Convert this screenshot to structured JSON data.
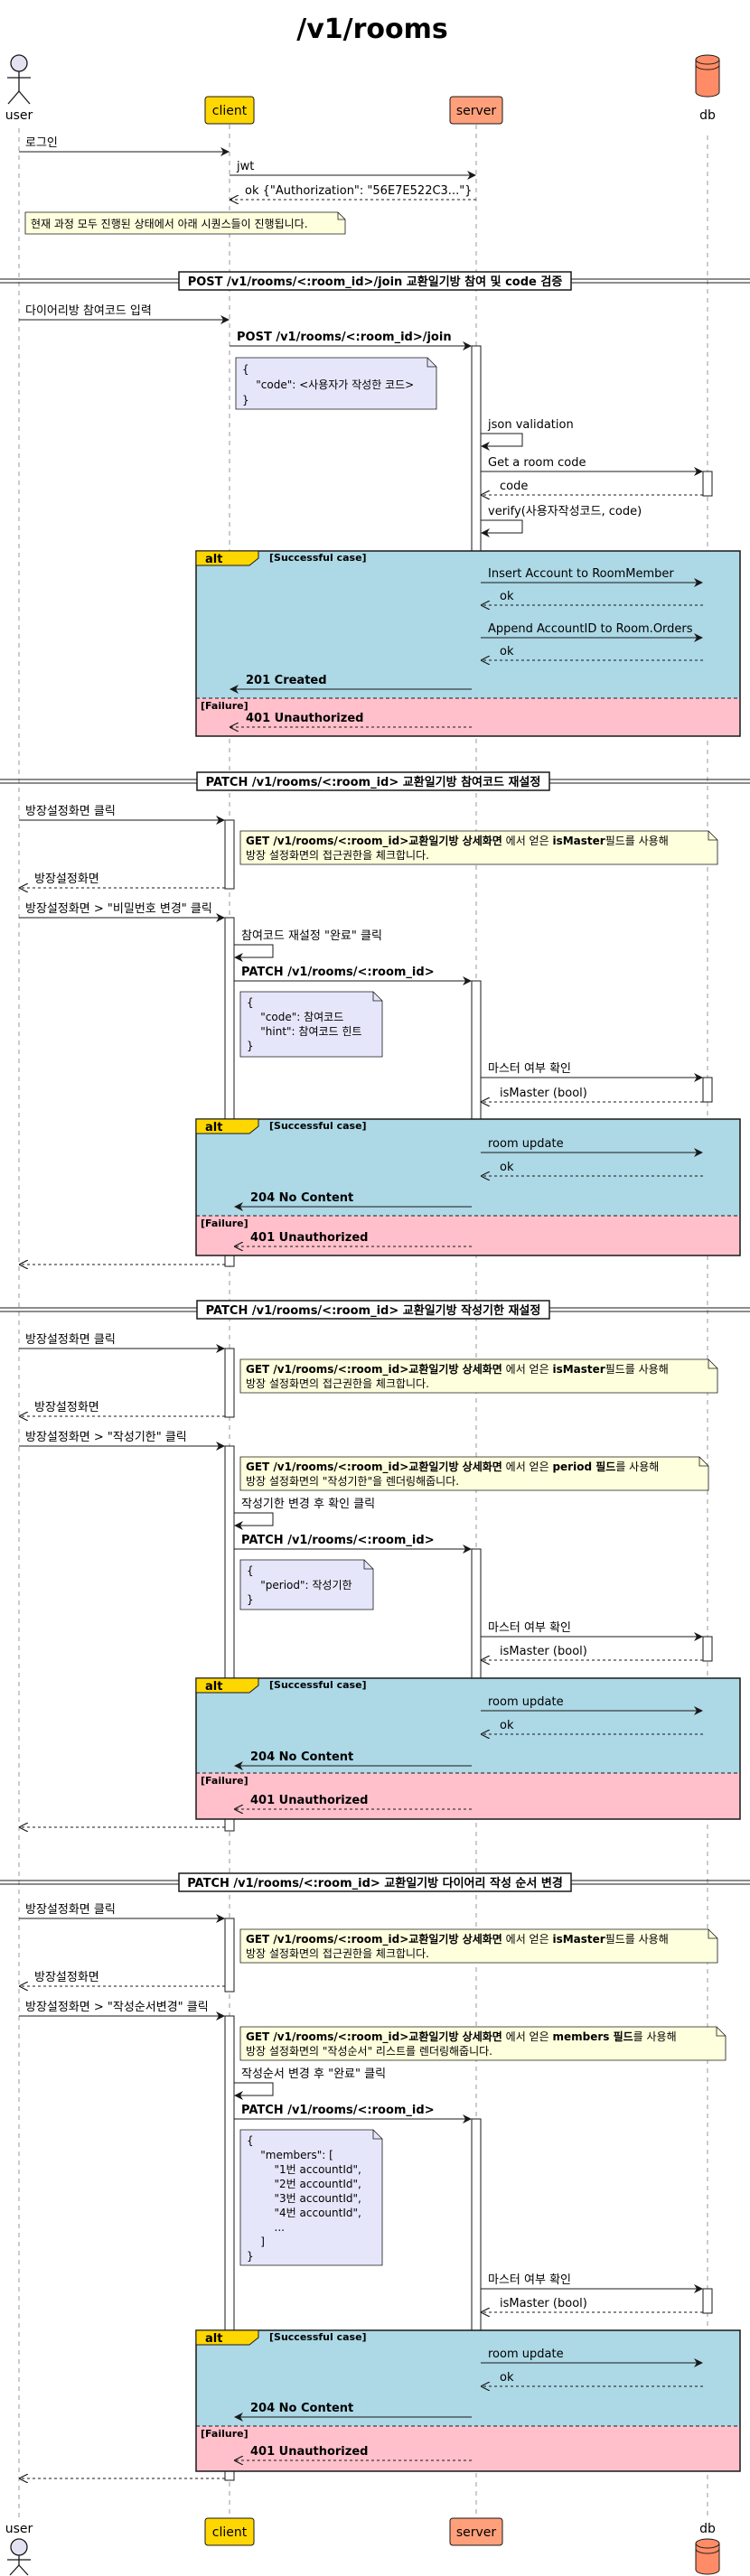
{
  "title": "/v1/rooms",
  "colors": {
    "actor": "#E2E2F0",
    "client": "#FFD700",
    "server": "#FFA07A",
    "db": "#FF8C66",
    "note_yellow": "#FEFFDD",
    "note_lavender": "#E6E6FA",
    "alt_success": "#ADD8E6",
    "alt_failure": "#FFC0CB",
    "alt_tag": "#FFD700",
    "activation": "#FFFFFF"
  },
  "participants": [
    {
      "id": "user",
      "label": "user",
      "type": "actor"
    },
    {
      "id": "client",
      "label": "client",
      "type": "box"
    },
    {
      "id": "server",
      "label": "server",
      "type": "box"
    },
    {
      "id": "db",
      "label": "db",
      "type": "database"
    }
  ],
  "alt": {
    "keyword": "alt",
    "success_guard": "[Successful case]",
    "failure_guard": "[Failure]"
  },
  "intro": {
    "msg_login": "로그인",
    "msg_jwt": "jwt",
    "msg_ok_auth": "ok {\"Authorization\": \"56E7E522C3...\"}",
    "note_progress": "현재 과정 모두 진행된 상태에서 아래 시퀀스들이 진행됩니다."
  },
  "sec1": {
    "header": "POST /v1/rooms/<:room_id>/join  교환일기방 참여 및 code 검증",
    "m1": "다이어리방 참여코드 입력",
    "m2": "POST /v1/rooms/<:room_id>/join",
    "note_l1": "{",
    "note_l2": "    \"code\": <사용자가 작성한 코드>",
    "note_l3": "}",
    "m3": "json validation",
    "m4": "Get a room code",
    "m5": "code",
    "m6": "verify(사용자작성코드, code)",
    "m7": "Insert Account to RoomMember",
    "m8": "ok",
    "m9": "Append AccountID to Room.Orders",
    "m10": "ok",
    "m11": "201 Created",
    "m12": "401 Unauthorized"
  },
  "sec2": {
    "header": "PATCH /v1/rooms/<:room_id>  교환일기방 참여코드 재설정",
    "m1": "방장설정화면 클릭",
    "note1_b1": "GET /v1/rooms/<:room_id>교환일기방 상세화면",
    "note1_t1": " 에서 얻은 ",
    "note1_b2": "isMaster",
    "note1_t2": "필드를 사용해",
    "note1_l2": "방장 설정화면의 접근권한을 체크합니다.",
    "m2": "방장설정화면",
    "m3": "방장설정화면 > \"비밀번호 변경\" 클릭",
    "m4": "참여코드 재설정 \"완료\" 클릭",
    "m5": "PATCH /v1/rooms/<:room_id>",
    "note2_l1": "{",
    "note2_l2": "    \"code\": 참여코드",
    "note2_l3": "    \"hint\": 참여코드 힌트",
    "note2_l4": "}",
    "m6": "마스터 여부 확인",
    "m7": "isMaster (bool)",
    "m8": "room update",
    "m9": "ok",
    "m10": "204 No Content",
    "m11": "401 Unauthorized"
  },
  "sec3": {
    "header": "PATCH /v1/rooms/<:room_id>  교환일기방 작성기한 재설정",
    "m1": "방장설정화면 클릭",
    "note1_b1": "GET /v1/rooms/<:room_id>교환일기방 상세화면",
    "note1_t1": " 에서 얻은 ",
    "note1_b2": "isMaster",
    "note1_t2": "필드를 사용해",
    "note1_l2": "방장 설정화면의 접근권한을 체크합니다.",
    "m2": "방장설정화면",
    "m3": "방장설정화면 > \"작성기한\" 클릭",
    "note2_b1": "GET /v1/rooms/<:room_id>교환일기방 상세화면",
    "note2_t1": " 에서 얻은 ",
    "note2_b2": "period 필드",
    "note2_t2": "를 사용해",
    "note2_l2": "방장 설정화면의 \"작성기한\"을 렌더링해줍니다.",
    "m4": "작성기한 변경 후 확인 클릭",
    "m5": "PATCH /v1/rooms/<:room_id>",
    "note3_l1": "{",
    "note3_l2": "    \"period\": 작성기한",
    "note3_l3": "}",
    "m6": "마스터 여부 확인",
    "m7": "isMaster (bool)",
    "m8": "room update",
    "m9": "ok",
    "m10": "204 No Content",
    "m11": "401 Unauthorized"
  },
  "sec4": {
    "header": "PATCH /v1/rooms/<:room_id>  교환일기방 다이어리 작성 순서 변경",
    "m1": "방장설정화면 클릭",
    "note1_b1": "GET /v1/rooms/<:room_id>교환일기방 상세화면",
    "note1_t1": " 에서 얻은 ",
    "note1_b2": "isMaster",
    "note1_t2": "필드를 사용해",
    "note1_l2": "방장 설정화면의 접근권한을 체크합니다.",
    "m2": "방장설정화면",
    "m3": "방장설정화면 > \"작성순서변경\" 클릭",
    "note2_b1": "GET /v1/rooms/<:room_id>교환일기방 상세화면",
    "note2_t1": " 에서 얻은 ",
    "note2_b2": "members 필드",
    "note2_t2": "를 사용해",
    "note2_l2": "방장 설정화면의 \"작성순서\" 리스트를 렌더링해줍니다.",
    "m4": "작성순서 변경 후 \"완료\" 클릭",
    "m5": "PATCH /v1/rooms/<:room_id>",
    "note3_l1": "{",
    "note3_l2": "    \"members\": [",
    "note3_l3": "        \"1번 accountId\",",
    "note3_l4": "        \"2번 accountId\",",
    "note3_l5": "        \"3번 accountId\",",
    "note3_l6": "        \"4번 accountId\",",
    "note3_l7": "        ...",
    "note3_l8": "    ]",
    "note3_l9": "}",
    "m6": "마스터 여부 확인",
    "m7": "isMaster (bool)",
    "m8": "room update",
    "m9": "ok",
    "m10": "204 No Content",
    "m11": "401 Unauthorized"
  }
}
